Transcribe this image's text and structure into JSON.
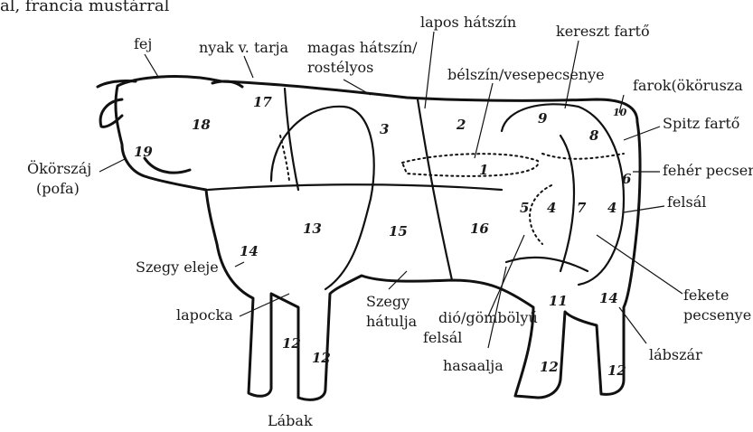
{
  "header": {
    "title": "al, franciа mustárral"
  },
  "labels": {
    "fej": "fej",
    "nyak": "nyak v. tarja",
    "magas1": "magas hátszín/",
    "magas2": "rostélyos",
    "lapos": "lapos hátszín",
    "kereszt": "kereszt fartő",
    "belszin": "bélszín/vesepecsenye",
    "farok": "farok(ökörusza",
    "spitz": "Spitz fartő",
    "okorszaj1": "Ökörszáj",
    "okorszaj2": "(pofa)",
    "feher": "fehér pecsen",
    "felsal": "felsál",
    "szegy_eleje": "Szegy eleje",
    "lapocka": "lapocka",
    "szegy_hat1": "Szegy",
    "szegy_hat2": "hátulja",
    "dio1": "dió/gömbölyű",
    "dio2": "felsál",
    "hasaalja": "hasaalja",
    "fekete1": "fekete",
    "fekete2": "pecsenye",
    "labszar": "lábszár",
    "labak": "Lábak"
  },
  "numbers": {
    "n17": "17",
    "n18": "18",
    "n19": "19",
    "n3": "3",
    "n2": "2",
    "n9": "9",
    "n10": "10",
    "n8": "8",
    "n1": "1",
    "n6": "6",
    "n4a": "4",
    "n7": "7",
    "n4b": "4",
    "n5": "5",
    "n13": "13",
    "n14a": "14",
    "n15": "15",
    "n16": "16",
    "n11": "11",
    "n14b": "14",
    "n12a": "12",
    "n12b": "12",
    "n12c": "12",
    "n12d": "12"
  }
}
